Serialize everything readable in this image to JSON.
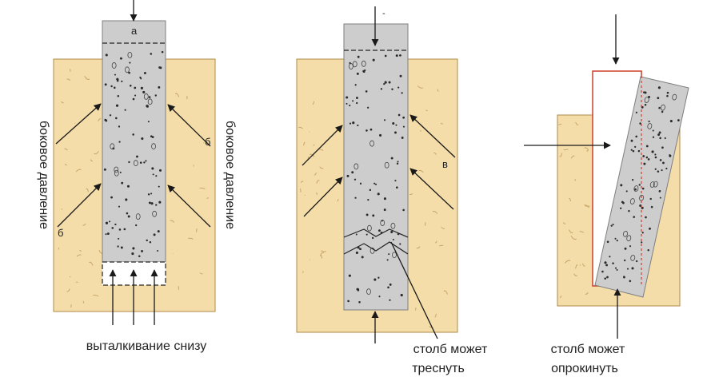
{
  "colors": {
    "soil": "#f4dda8",
    "soil_stroke": "#b08a4a",
    "soil_fibers": "#c8a56c",
    "concrete": "#cdcdcd",
    "concrete_stroke": "#7f7f7f",
    "arrow": "#1a1a1a",
    "outline_red": "#d0402a"
  },
  "panel1": {
    "label_a": "а",
    "label_b1": "б",
    "label_b2": "б",
    "side_left": "боковое давление",
    "side_right": "боковое давление",
    "bottom": "выталкивание снизу"
  },
  "panel2": {
    "label_dash": "-",
    "label_v": "в",
    "caption_line1": "столб может",
    "caption_line2": "треснуть"
  },
  "panel3": {
    "caption_line1": "столб может",
    "caption_line2": "опрокинуть"
  }
}
